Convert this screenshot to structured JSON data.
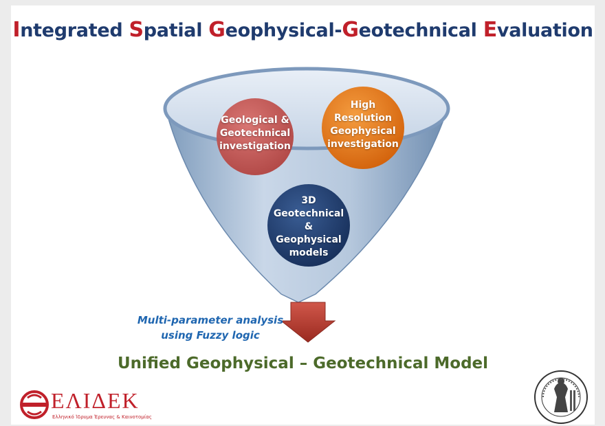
{
  "title": {
    "parts": [
      {
        "cap": "I",
        "rest": "ntegrated "
      },
      {
        "cap": "S",
        "rest": "patial "
      },
      {
        "cap": "G",
        "rest": "eophysical-"
      },
      {
        "cap": "G",
        "rest": "eotechnical "
      },
      {
        "cap": "E",
        "rest": "valuation"
      }
    ]
  },
  "nodes": {
    "geological": {
      "lines": [
        "Geological &",
        "Geotechnical",
        "investigation"
      ],
      "color": "#c0504d"
    },
    "geophysical": {
      "lines": [
        "High",
        "Resolution",
        "Geophysical",
        "investigation"
      ],
      "color": "#e46c0a"
    },
    "models": {
      "lines": [
        "3D",
        "Geotechnical",
        "&",
        "Geophysical",
        "models"
      ],
      "color": "#1f3b6e"
    }
  },
  "analysis": {
    "line1": "Multi-parameter analysis",
    "line2": "using Fuzzy logic"
  },
  "result": "Unified Geophysical – Geotechnical Model",
  "logo": {
    "name": "ΕΛΙΔΕΚ",
    "subtitle": "Ελληνικό Ίδρυμα Έρευνας & Καινοτομίας"
  },
  "colors": {
    "title": "#1f3b6e",
    "accent": "#c0202a",
    "result": "#4c6a2a",
    "analysis": "#1f66b0",
    "arrow": "#b23a2e"
  }
}
